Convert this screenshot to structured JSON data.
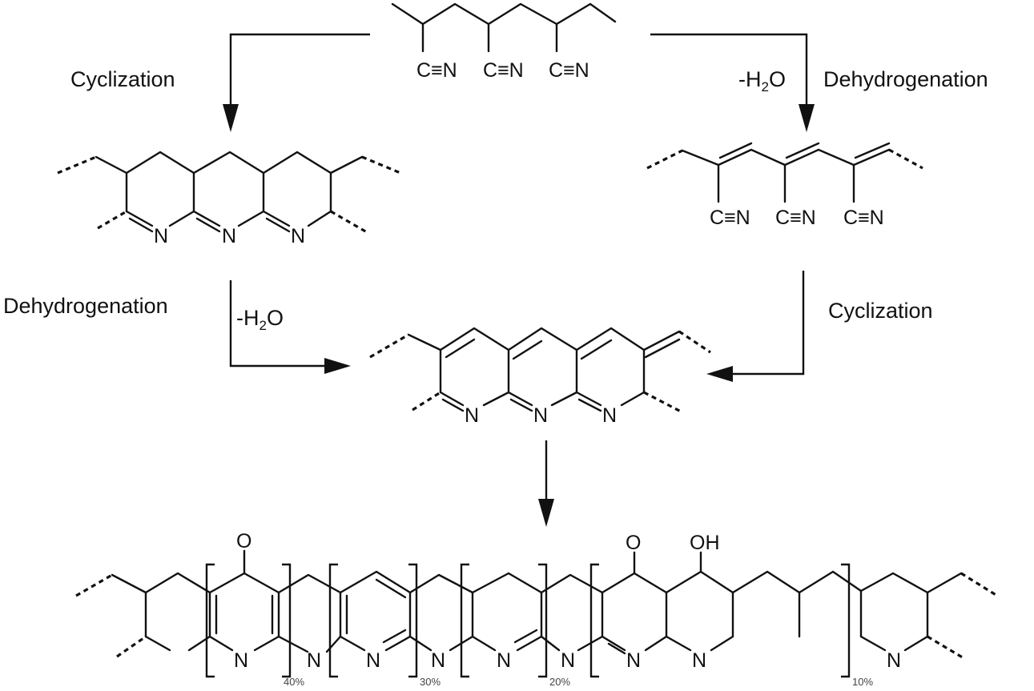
{
  "labels": {
    "cyclization_top": "Cyclization",
    "dehydrogenation_top": "Dehydrogenation",
    "minus_h2o_top": "-H",
    "minus_h2o_top_sub": "2",
    "minus_h2o_top_end": "O",
    "dehydrogenation_left": "Dehydrogenation",
    "minus_h2o_left": "-H",
    "minus_h2o_left_sub": "2",
    "minus_h2o_left_end": "O",
    "cyclization_right": "Cyclization"
  },
  "atoms": {
    "nitrile": "C≡N",
    "nitrogen": "N",
    "oxygen": "O",
    "hydroxyl": "OH"
  },
  "fractions": {
    "unit1": "40%",
    "unit2": "30%",
    "unit3": "20%",
    "unit4": "10%"
  }
}
